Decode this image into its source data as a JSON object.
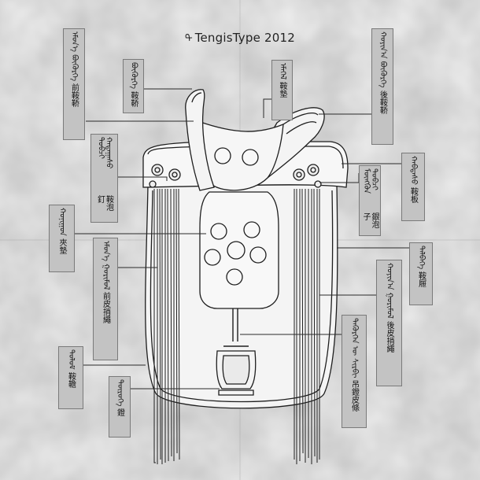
{
  "brand": {
    "name": "TengisType",
    "year": "2012",
    "icon": "tengis-logo-icon"
  },
  "labels": [
    {
      "id": "qian-an-qiao",
      "mongol": "ᠡᠮᠦᠨ᠎ᠡ ᠪᠦᠭᠦᠷᠭᠡ",
      "chinese": "前鞍鞒"
    },
    {
      "id": "an-qiao",
      "mongol": "ᠪᠦᠭᠦᠷᠭᠡ",
      "chinese": "鞍鞒"
    },
    {
      "id": "an-dian",
      "mongol": "ᠡᠮᠡᠭᠡᠯ",
      "chinese": "鞍墊"
    },
    {
      "id": "hou-an-qiao",
      "mongol": "ᠬᠣᠶᠢᠨ᠎ᠠ ᠪᠦᠭᠦᠷᠭᠡ",
      "chinese": "後鞍鞒"
    },
    {
      "id": "an-pao-ding",
      "mongol": "ᠲᠣᠪᠴᠢ ᠬᠠᠳᠠᠭᠠᠰᠤ",
      "chinese": "鞍泡釘"
    },
    {
      "id": "an-ban",
      "mongol": "ᠬᠠᠪᠲᠠᠰᠤ",
      "chinese": "鞍板"
    },
    {
      "id": "yin-pao-zi",
      "mongol": "ᠮᠥᠩᠭᠦᠨ ᠲᠣᠪᠴᠢ",
      "chinese": "銀泡子"
    },
    {
      "id": "jia-dian",
      "mongol": "ᠬᠣᠨᠢᠭᠤᠨ",
      "chinese": "夾墊"
    },
    {
      "id": "an-ti",
      "mongol": "ᠳᠡᠯᠪᠡᠭᠡ",
      "chinese": "鞍屜"
    },
    {
      "id": "qian-pi-shao-sheng",
      "mongol": "ᠡᠮᠦᠨ᠎ᠡ ᠭᠣᠷᠢᠮᠣᠯ",
      "chinese": "前皮捎繩"
    },
    {
      "id": "hou-pi-shao-sheng",
      "mongol": "ᠬᠣᠶᠢᠨ᠎ᠠ ᠭᠣᠷᠢᠮᠣᠯ",
      "chinese": "後皮捎繩"
    },
    {
      "id": "diao-deng-pi-tiao",
      "mongol": "ᠳᠡᠭᠦᠷᠭᠡᠨ ᠦ ᠰᠢᠷᠪᠢ",
      "chinese": "吊鐙皮條"
    },
    {
      "id": "an-chan",
      "mongol": "ᠲᠣᠯᠣᠮ",
      "chinese": "鞍韂"
    },
    {
      "id": "deng",
      "mongol": "ᠳᠦᠷᠦᠭᠡ",
      "chinese": "鐙"
    }
  ],
  "colors": {
    "background": "#ececec",
    "label_fill": "#c3c3c3",
    "line": "#2a2a2a",
    "stroke": "#1e1e1e"
  }
}
